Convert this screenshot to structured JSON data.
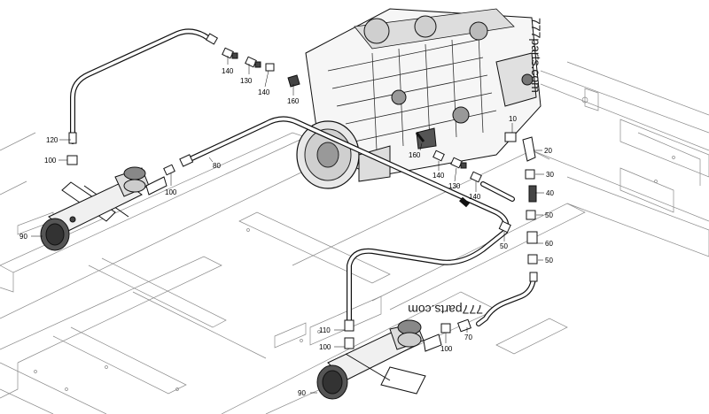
{
  "watermarks": [
    "777parts.com",
    "777parts.com"
  ],
  "callouts": {
    "c10": "10",
    "c20": "20",
    "c30": "30",
    "c40": "40",
    "c50a": "50",
    "c50b": "50",
    "c50c": "50",
    "c60": "60",
    "c70": "70",
    "c80": "80",
    "c90a": "90",
    "c90b": "90",
    "c100a": "100",
    "c100b": "100",
    "c100c": "100",
    "c100d": "100",
    "c110": "110",
    "c120": "120",
    "c130a": "130",
    "c130b": "130",
    "c140a": "140",
    "c140b": "140",
    "c140c": "140",
    "c140d": "140",
    "c160a": "160",
    "c160b": "160"
  }
}
